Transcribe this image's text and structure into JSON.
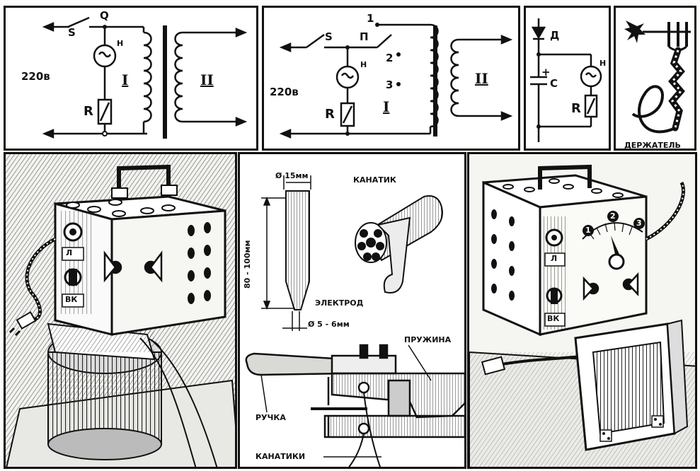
{
  "circuit1": {
    "switch": "S",
    "node": "Q",
    "lamp": "Н",
    "voltage": "220в",
    "resistor": "R",
    "primary": "I",
    "secondary": "II"
  },
  "circuit2": {
    "switch": "S",
    "selector": "П",
    "tap1": "1",
    "tap2": "2",
    "tap3": "3",
    "lamp": "Н",
    "voltage": "220в",
    "resistor": "R",
    "primary": "I",
    "secondary": "II"
  },
  "circuit3": {
    "diode": "Д",
    "capacitor": "С",
    "polarity": "+",
    "lamp": "Н",
    "resistor": "R"
  },
  "holder": {
    "caption": "ДЕРЖАТЕЛЬ"
  },
  "box_left": {
    "indicator": "Л",
    "switch_label": "ВК"
  },
  "box_right": {
    "indicator": "Л",
    "switch_label": "ВК",
    "dial": [
      "1",
      "2",
      "3"
    ]
  },
  "electrode": {
    "diameter_top": "Ø 15мм",
    "length": "80 - 100мм",
    "name": "ЭЛЕКТРОД",
    "diameter_tip": "Ø 5 - 6мм"
  },
  "cable": {
    "name": "КАНАТИК"
  },
  "clamp": {
    "spring": "ПРУЖИНА",
    "handle": "РУЧКА",
    "cables": "КАНАТИКИ"
  }
}
